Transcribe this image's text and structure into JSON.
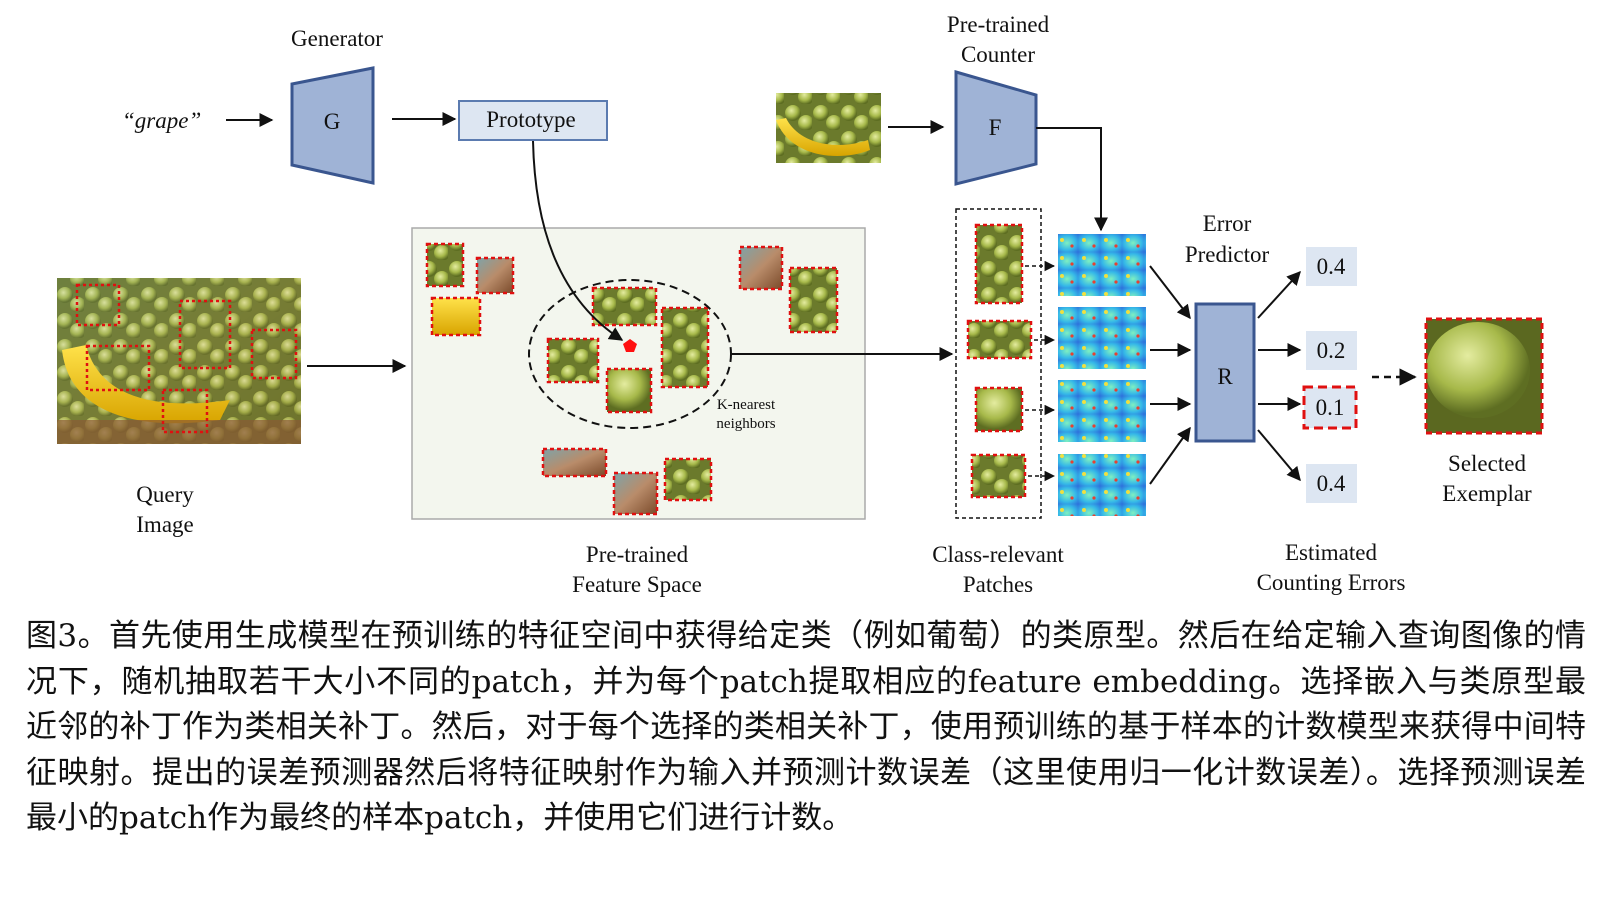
{
  "labels": {
    "grape_input": "“grape”",
    "generator": "Generator",
    "generator_block": "G",
    "prototype": "Prototype",
    "pretrained_counter": [
      "Pre-trained",
      "Counter"
    ],
    "counter_block": "F",
    "query_image": [
      "Query",
      "Image"
    ],
    "feature_space": [
      "Pre-trained",
      "Feature Space"
    ],
    "k_nearest": [
      "K-nearest",
      "neighbors"
    ],
    "class_relevant": [
      "Class-relevant",
      "Patches"
    ],
    "error_predictor": [
      "Error",
      "Predictor"
    ],
    "predictor_block": "R",
    "estimated_errors": [
      "Estimated",
      "Counting Errors"
    ],
    "selected_exemplar": [
      "Selected",
      "Exemplar"
    ]
  },
  "errors": [
    "0.4",
    "0.2",
    "0.1",
    "0.4"
  ],
  "caption": "图3。首先使用生成模型在预训练的特征空间中获得给定类（例如葡萄）的类原型。然后在给定输入查询图像的情况下，随机抽取若干大小不同的patch，并为每个patch提取相应的feature embedding。选择嵌入与类原型最近邻的补丁作为类相关补丁。然后，对于每个选择的类相关补丁，使用预训练的基于样本的计数模型来获得中间特征映射。提出的误差预测器然后将特征映射作为输入并预测计数误差（这里使用归一化计数误差）。选择预测误差最小的patch作为最终的样本patch，并使用它们进行计数。",
  "colors": {
    "block_fill": "#9fb3d6",
    "block_stroke": "#3a568f",
    "patch_border": "#e01010",
    "error_box": "#dde6f2",
    "prototype_fill": "#dde6f2"
  }
}
